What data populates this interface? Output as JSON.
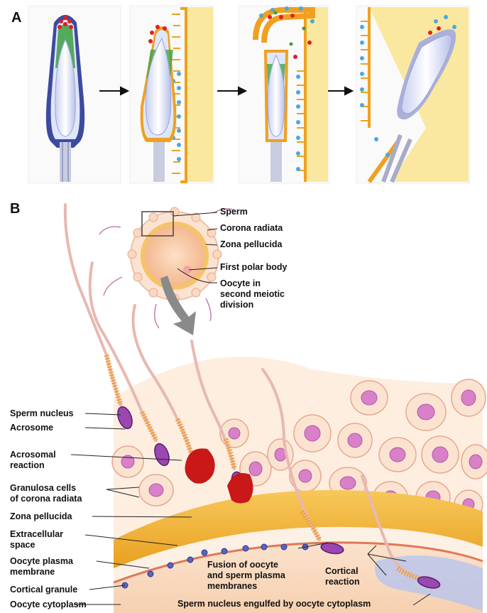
{
  "panel_a": {
    "label": "A"
  },
  "panel_b": {
    "label": "B"
  },
  "labels": {
    "sperm": "Sperm",
    "corona_radiata": "Corona radiata",
    "zona_pellucida_top": "Zona pellucida",
    "first_polar_body": "First polar body",
    "oocyte_line1": "Oocyte in",
    "oocyte_line2": "second meiotic",
    "oocyte_line3": "division",
    "sperm_nucleus": "Sperm nucleus",
    "acrosome": "Acrosome",
    "acrosomal_line1": "Acrosomal",
    "acrosomal_line2": "reaction",
    "granulosa_line1": "Granulosa cells",
    "granulosa_line2": "of corona radiata",
    "zona_pellucida": "Zona pellucida",
    "extracellular_line1": "Extracellular",
    "extracellular_line2": "space",
    "plasma_line1": "Oocyte plasma",
    "plasma_line2": "membrane",
    "cortical_granule": "Cortical granule",
    "oocyte_cytoplasm": "Oocyte cytoplasm",
    "fusion_line1": "Fusion of oocyte",
    "fusion_line2": "and sperm plasma",
    "fusion_line3": "membranes",
    "cortical_line1": "Cortical",
    "cortical_line2": "reaction",
    "engulfed": "Sperm nucleus engulfed by oocyte cytoplasm"
  },
  "colors": {
    "membrane_orange": "#f0a020",
    "acrosome_green": "#3aa040",
    "enzyme_red": "#e02020",
    "receptor_blue": "#4aa8e0",
    "yellow_zone": "#fbe8a0",
    "nucleus_purple": "#8a3a9a",
    "cell_pink": "#f8d8c8",
    "zona_yellow": "#f0b848"
  }
}
